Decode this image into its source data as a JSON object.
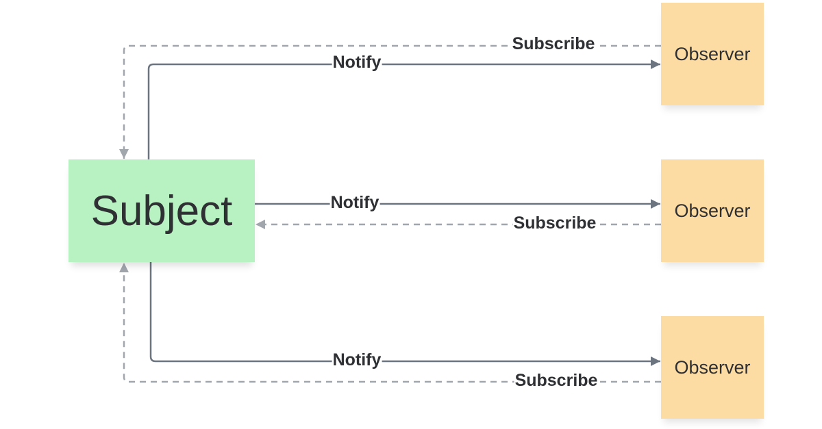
{
  "subject": {
    "label": "Subject",
    "fill_color": "#b9f2c2"
  },
  "observers": [
    {
      "label": "Observer",
      "fill_color": "#fddca3"
    },
    {
      "label": "Observer",
      "fill_color": "#fddca3"
    },
    {
      "label": "Observer",
      "fill_color": "#fddca3"
    }
  ],
  "connectors": {
    "notify_line_color": "#6c7480",
    "subscribe_line_color": "#a1a6ad",
    "edges": [
      {
        "label": "Subscribe",
        "from": "observer-1",
        "to": "subject",
        "style": "dashed"
      },
      {
        "label": "Notify",
        "from": "subject",
        "to": "observer-1",
        "style": "solid"
      },
      {
        "label": "Notify",
        "from": "subject",
        "to": "observer-2",
        "style": "solid"
      },
      {
        "label": "Subscribe",
        "from": "observer-2",
        "to": "subject",
        "style": "dashed"
      },
      {
        "label": "Notify",
        "from": "subject",
        "to": "observer-3",
        "style": "solid"
      },
      {
        "label": "Subscribe",
        "from": "observer-3",
        "to": "subject",
        "style": "dashed"
      }
    ]
  }
}
